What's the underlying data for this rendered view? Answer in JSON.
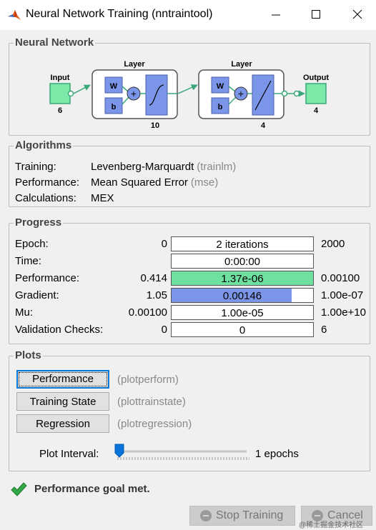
{
  "window": {
    "title": "Neural Network Training (nntraintool)"
  },
  "network": {
    "section_title": "Neural Network",
    "input_label": "Input",
    "input_size": "6",
    "layer1_label": "Layer",
    "layer1_size": "10",
    "layer2_label": "Layer",
    "layer2_size": "4",
    "output_label": "Output",
    "output_size": "4",
    "weight_label": "W",
    "bias_label": "b"
  },
  "algorithms": {
    "section_title": "Algorithms",
    "rows": [
      {
        "label": "Training:",
        "value": "Levenberg-Marquardt",
        "note": "(trainlm)"
      },
      {
        "label": "Performance:",
        "value": "Mean Squared Error",
        "note": "(mse)"
      },
      {
        "label": "Calculations:",
        "value": "MEX",
        "note": ""
      }
    ]
  },
  "progress": {
    "section_title": "Progress",
    "rows": [
      {
        "label": "Epoch:",
        "start": "0",
        "current": "2 iterations",
        "end": "2000",
        "fill": 0,
        "fill_color": ""
      },
      {
        "label": "Time:",
        "start": "",
        "current": "0:00:00",
        "end": "",
        "fill": 0,
        "fill_color": ""
      },
      {
        "label": "Performance:",
        "start": "0.414",
        "current": "1.37e-06",
        "end": "0.00100",
        "fill": 1.0,
        "fill_color": "#6ee0a0"
      },
      {
        "label": "Gradient:",
        "start": "1.05",
        "current": "0.00146",
        "end": "1.00e-07",
        "fill": 0.85,
        "fill_color": "#7b96e8"
      },
      {
        "label": "Mu:",
        "start": "0.00100",
        "current": "1.00e-05",
        "end": "1.00e+10",
        "fill": 0,
        "fill_color": ""
      },
      {
        "label": "Validation Checks:",
        "start": "0",
        "current": "0",
        "end": "6",
        "fill": 0,
        "fill_color": ""
      }
    ]
  },
  "plots": {
    "section_title": "Plots",
    "buttons": [
      {
        "label": "Performance",
        "note": "(plotperform)"
      },
      {
        "label": "Training State",
        "note": "(plottrainstate)"
      },
      {
        "label": "Regression",
        "note": "(plotregression)"
      }
    ],
    "interval_label": "Plot Interval:",
    "interval_value": "1 epochs",
    "interval_fraction": 0
  },
  "status": {
    "message": "Performance goal met."
  },
  "actions": {
    "stop_label": "Stop Training",
    "cancel_label": "Cancel"
  },
  "watermark": "@稀土掘金技术社区",
  "colors": {
    "io_box": "#7de8a8",
    "layer_box": "#7b96e8",
    "check": "#2ca02c"
  }
}
